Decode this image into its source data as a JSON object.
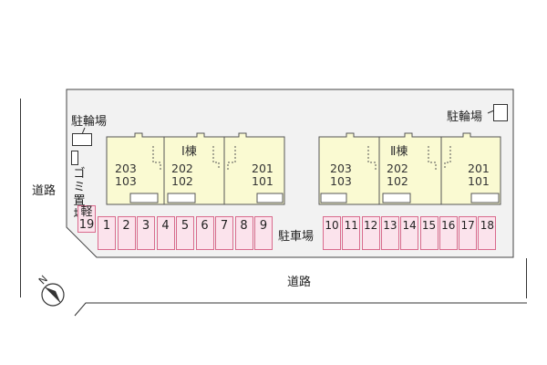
{
  "labels": {
    "road_left": "道路",
    "road_bottom": "道路",
    "bicycle_left": "駐輪場",
    "bicycle_right": "駐輪場",
    "garbage": "ゴミ置場",
    "parking": "駐車場",
    "compass": "N"
  },
  "buildings": [
    {
      "name": "Ⅰ棟",
      "units": [
        {
          "upper": "203",
          "lower": "103"
        },
        {
          "upper": "202",
          "lower": "102"
        },
        {
          "upper": "201",
          "lower": "101"
        }
      ]
    },
    {
      "name": "Ⅱ棟",
      "units": [
        {
          "upper": "203",
          "lower": "103"
        },
        {
          "upper": "202",
          "lower": "102"
        },
        {
          "upper": "201",
          "lower": "101"
        }
      ]
    }
  ],
  "parking": {
    "kei_label": "軽",
    "kei_number": "19",
    "spots_a": [
      "1",
      "2",
      "3",
      "4",
      "5",
      "6",
      "7",
      "8",
      "9"
    ],
    "spots_b": [
      "10",
      "11",
      "12",
      "13",
      "14",
      "15",
      "16",
      "17",
      "18"
    ]
  },
  "colors": {
    "building_fill": "#fafad2",
    "lot_fill": "#f2f2f2",
    "parking_fill": "#fbe3ec",
    "parking_border": "#d96b8d"
  }
}
